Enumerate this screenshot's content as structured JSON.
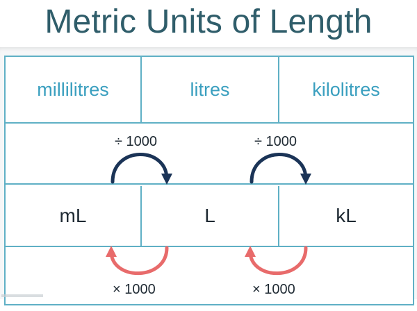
{
  "title": "Metric Units of Length",
  "units": [
    {
      "name": "millilitres",
      "symbol": "mL"
    },
    {
      "name": "litres",
      "symbol": "L"
    },
    {
      "name": "kilolitres",
      "symbol": "kL"
    }
  ],
  "conversions": {
    "divide": [
      {
        "label": "÷ 1000",
        "from": "mL",
        "to": "L"
      },
      {
        "label": "÷ 1000",
        "from": "L",
        "to": "kL"
      }
    ],
    "multiply": [
      {
        "label": "× 1000",
        "from": "L",
        "to": "mL"
      },
      {
        "label": "× 1000",
        "from": "kL",
        "to": "L"
      }
    ]
  },
  "colors": {
    "title": "#2f5d6a",
    "grid": "#5fb0c5",
    "unit_name": "#3a9fbf",
    "divide_arrow": "#1b3457",
    "multiply_arrow": "#e86b6b"
  }
}
